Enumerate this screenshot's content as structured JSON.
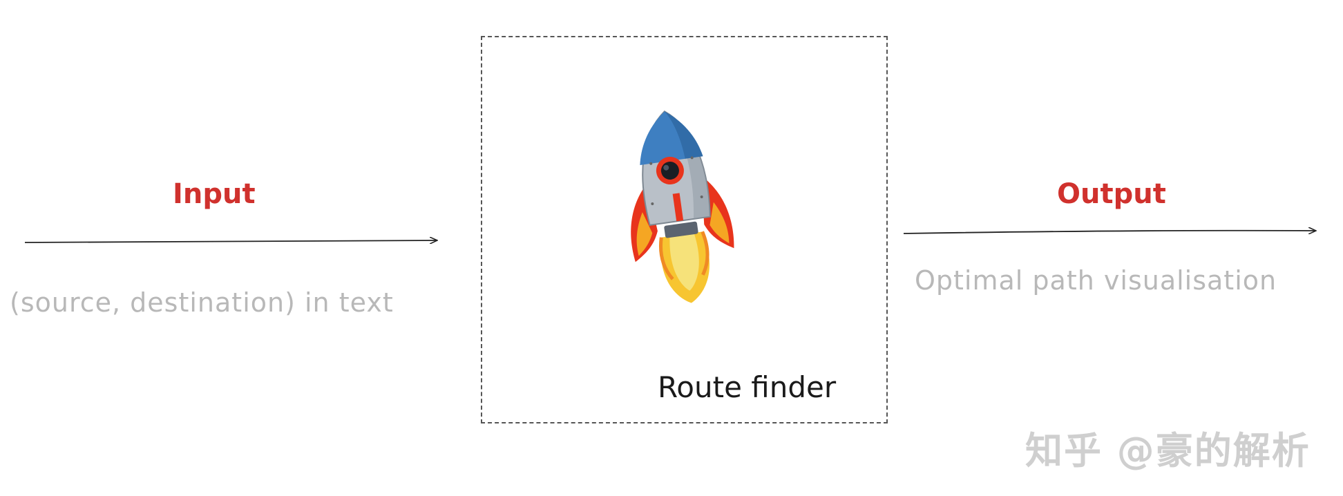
{
  "input": {
    "label": "Input",
    "description": "(source, destination) in text"
  },
  "process": {
    "label": "Route finder",
    "icon": "rocket-icon"
  },
  "output": {
    "label": "Output",
    "description": "Optimal path visualisation"
  },
  "watermark": "知乎 @豪的解析",
  "colors": {
    "label_red": "#d0312d",
    "desc_gray": "#b8b8b8",
    "text_dark": "#1a1a1a"
  }
}
